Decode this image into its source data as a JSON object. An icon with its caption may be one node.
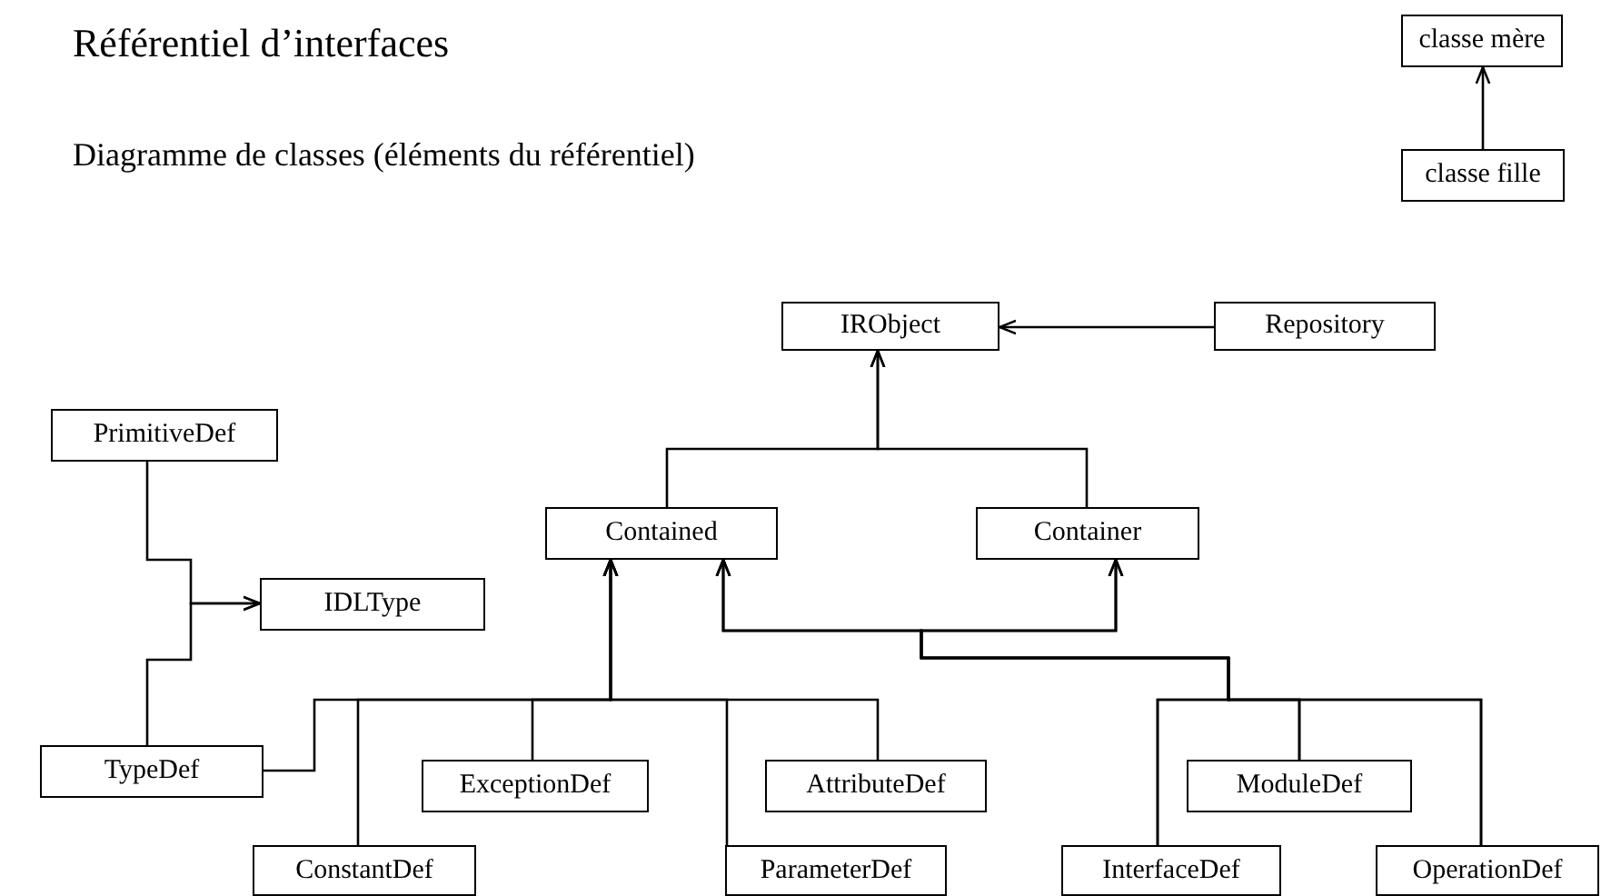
{
  "diagram": {
    "title": "Référentiel d’interfaces",
    "nodes": [
      {
        "text": [
          "classe mère"
        ]
      },
      {
        "text": [
          "classe fille"
        ]
      },
      {
        "text": [
          "IRObject"
        ]
      },
      {
        "text": [
          "Repository"
        ]
      },
      {
        "text": [
          "PrimitiveDef"
        ]
      },
      {
        "text": [
          "Contained"
        ]
      },
      {
        "text": [
          "Container"
        ]
      },
      {
        "text": [
          "IDLType"
        ]
      },
      {
        "text": [
          "TypeDef"
        ]
      },
      {
        "text": [
          "ExceptionDef"
        ]
      },
      {
        "text": [
          "AttributeDef"
        ]
      },
      {
        "text": [
          "ModuleDef"
        ]
      },
      {
        "text": [
          "ConstantDef"
        ]
      },
      {
        "text": [
          "ParameterDef"
        ]
      },
      {
        "text": [
          "InterfaceDef"
        ]
      },
      {
        "text": [
          "OperationDef"
        ]
      }
    ],
    "edges": [
      {
        "from": 1,
        "to": 0,
        "arrow": "to"
      },
      {
        "from": 3,
        "to": 2,
        "arrow": "to"
      },
      {
        "from": 5,
        "to": 2,
        "arrow": "to"
      },
      {
        "from": 6,
        "to": 2,
        "arrow": "to"
      },
      {
        "from": 4,
        "to": 7,
        "arrow": "to"
      },
      {
        "from": 8,
        "to": 7,
        "arrow": "to"
      },
      {
        "from": 8,
        "to": 5,
        "arrow": "to"
      },
      {
        "from": 12,
        "to": 5,
        "arrow": "to"
      },
      {
        "from": 9,
        "to": 5,
        "arrow": "to"
      },
      {
        "from": 13,
        "to": 5,
        "arrow": "to"
      },
      {
        "from": 10,
        "to": 5,
        "arrow": "to"
      },
      {
        "from": 14,
        "to": 5,
        "arrow": "to"
      },
      {
        "from": 14,
        "to": 6,
        "arrow": "to"
      },
      {
        "from": 11,
        "to": 5,
        "arrow": "to"
      },
      {
        "from": 11,
        "to": 6,
        "arrow": "to"
      },
      {
        "from": 15,
        "to": 5,
        "arrow": "to"
      },
      {
        "from": 15,
        "to": 6,
        "arrow": "to"
      }
    ],
    "labels": [
      "Diagramme de classes (éléments du référentiel)"
    ]
  }
}
